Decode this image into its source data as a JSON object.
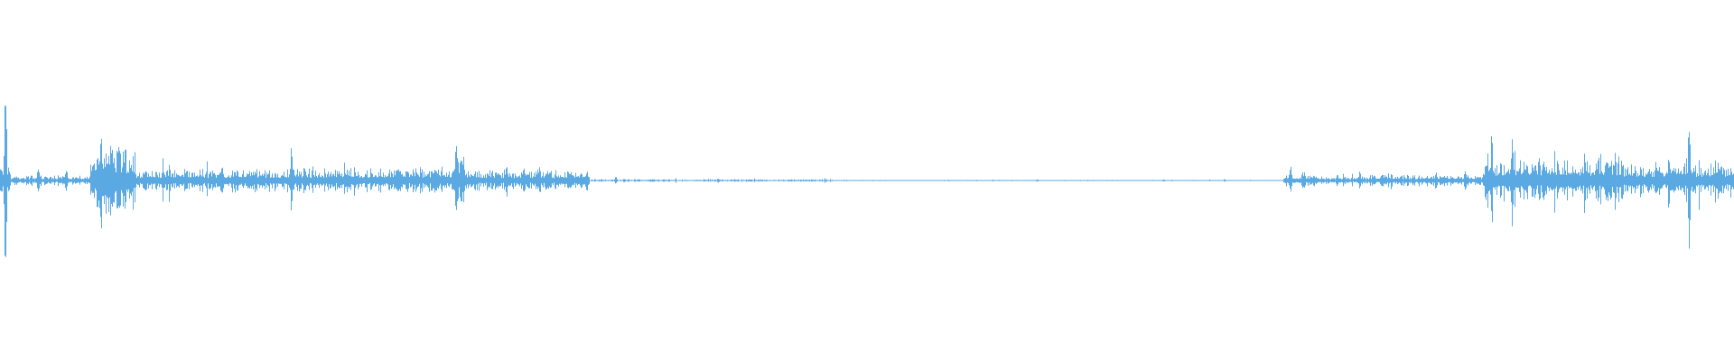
{
  "waveform": {
    "color": "#5aa9e3",
    "background": "#ffffff",
    "segments": [
      {
        "start": 0.0,
        "end": 0.006,
        "amp": 0.1,
        "spikes": [
          {
            "at": 0.003,
            "amp": 0.95
          }
        ]
      },
      {
        "start": 0.006,
        "end": 0.052,
        "amp": 0.03,
        "spikes": [
          {
            "at": 0.022,
            "amp": 0.14
          },
          {
            "at": 0.038,
            "amp": 0.12
          }
        ]
      },
      {
        "start": 0.052,
        "end": 0.078,
        "amp": 0.2,
        "spikes": [
          {
            "at": 0.058,
            "amp": 0.5
          },
          {
            "at": 0.068,
            "amp": 0.38
          }
        ]
      },
      {
        "start": 0.078,
        "end": 0.26,
        "amp": 0.07,
        "spikes": [
          {
            "at": 0.128,
            "amp": 0.14
          },
          {
            "at": 0.168,
            "amp": 0.3
          },
          {
            "at": 0.235,
            "amp": 0.12
          }
        ]
      },
      {
        "start": 0.26,
        "end": 0.268,
        "amp": 0.18,
        "spikes": [
          {
            "at": 0.263,
            "amp": 0.3
          }
        ]
      },
      {
        "start": 0.268,
        "end": 0.34,
        "amp": 0.06,
        "spikes": [
          {
            "at": 0.292,
            "amp": 0.14
          },
          {
            "at": 0.302,
            "amp": 0.12
          }
        ]
      },
      {
        "start": 0.34,
        "end": 0.48,
        "amp": 0.008,
        "spikes": [
          {
            "at": 0.355,
            "amp": 0.03
          },
          {
            "at": 0.414,
            "amp": 0.02
          }
        ]
      },
      {
        "start": 0.48,
        "end": 0.74,
        "amp": 0.003,
        "spikes": [
          {
            "at": 0.598,
            "amp": 0.01
          },
          {
            "at": 0.671,
            "amp": 0.01
          },
          {
            "at": 0.706,
            "amp": 0.012
          }
        ]
      },
      {
        "start": 0.74,
        "end": 0.76,
        "amp": 0.04,
        "spikes": [
          {
            "at": 0.744,
            "amp": 0.14
          },
          {
            "at": 0.752,
            "amp": 0.08
          }
        ]
      },
      {
        "start": 0.76,
        "end": 0.79,
        "amp": 0.025,
        "spikes": [
          {
            "at": 0.771,
            "amp": 0.06
          },
          {
            "at": 0.784,
            "amp": 0.08
          }
        ]
      },
      {
        "start": 0.79,
        "end": 0.855,
        "amp": 0.035,
        "spikes": [
          {
            "at": 0.828,
            "amp": 0.08
          },
          {
            "at": 0.845,
            "amp": 0.1
          }
        ]
      },
      {
        "start": 0.855,
        "end": 0.935,
        "amp": 0.13,
        "spikes": [
          {
            "at": 0.86,
            "amp": 0.35
          },
          {
            "at": 0.872,
            "amp": 0.4
          },
          {
            "at": 0.89,
            "amp": 0.25
          }
        ]
      },
      {
        "start": 0.935,
        "end": 0.97,
        "amp": 0.1,
        "spikes": [
          {
            "at": 0.955,
            "amp": 0.2
          }
        ]
      },
      {
        "start": 0.97,
        "end": 0.978,
        "amp": 0.14,
        "spikes": [
          {
            "at": 0.974,
            "amp": 0.58
          }
        ]
      },
      {
        "start": 0.978,
        "end": 1.0,
        "amp": 0.1,
        "spikes": [
          {
            "at": 0.992,
            "amp": 0.14
          }
        ]
      }
    ]
  }
}
